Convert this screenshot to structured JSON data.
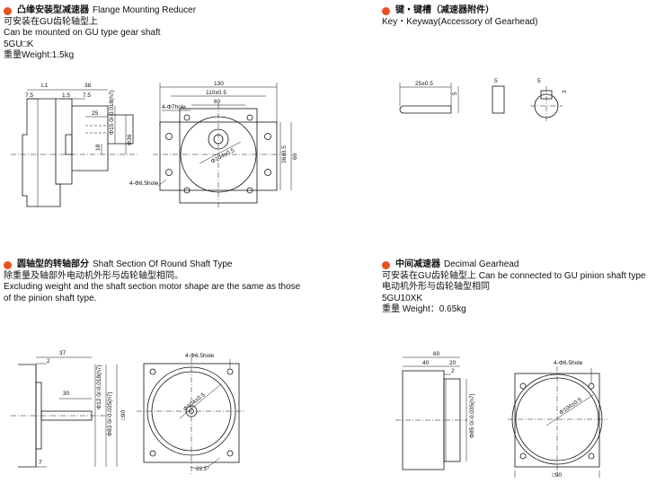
{
  "colors": {
    "bullet": "#e8521f",
    "line": "#111111",
    "background": "#ffffff"
  },
  "sections": {
    "flange": {
      "title_zh": "凸缘安装型减速器",
      "title_en": "Flange Mounting Reducer",
      "lines": [
        "可安装在GU齿轮轴型上",
        "Can be mounted on GU type gear shaft",
        "5GU□K",
        "重量Weight:1.5kg"
      ]
    },
    "key": {
      "title_zh": "键・键槽（减速器附件）",
      "line": "Key・Keyway(Accessory of Gearhead)"
    },
    "round_shaft": {
      "title_zh": "圆轴型的转轴部分",
      "title_en": "Shaft Section Of Round Shaft Type",
      "lines": [
        "除重量及轴部外电动机外形与齿轮轴型相同。",
        "Excluding weight and the shaft section motor shape are the same as those",
        "of the pinion shaft type."
      ]
    },
    "decimal": {
      "title_zh": "中间减速器",
      "title_en": "Decimal Gearhead",
      "lines": [
        "可安装在GU齿轮轴型上 Can be connected to GU pinion shaft type",
        "电动机外形与齿轮轴型相同",
        "5GU10XK",
        "重量 Weight：0.65kg"
      ]
    }
  },
  "dimensions": {
    "flange_side": {
      "l1": "L1",
      "d38": "38",
      "d7_5a": "7.5",
      "d1_5": "1.5",
      "d7_5b": "7.5",
      "d25": "25",
      "shaft": "Φ15",
      "shaft_tol": "0/-0.018(h7)",
      "d36": "Φ36",
      "d18": "18"
    },
    "flange_front": {
      "d130": "130",
      "d110": "110±0.5",
      "d60": "60",
      "hole7": "4-Φ7hole",
      "pcd": "Φ104±0.5",
      "d36h": "36±0.5",
      "d60v": "60",
      "hole8": "4-Φ8.5hole"
    },
    "key": {
      "k25": "25±0.5",
      "k5a": "5",
      "k5b": "5",
      "k5c": "5",
      "k3": "3"
    },
    "round": {
      "d37": "37",
      "d2": "2",
      "d30": "30",
      "shaft": "Φ12",
      "shaft_tol": "0/-0.018(h7)",
      "flange": "Φ83",
      "flange_tol": "0/-0.035(h7)",
      "sq90": "□90",
      "d7": "7",
      "hole": "4-Φ6.5hole",
      "pcd": "Φ104±0.5",
      "ang": "22.5°"
    },
    "decimal_side": {
      "d60": "60",
      "d40": "40",
      "d20": "20",
      "d2": "2",
      "flange": "Φ85",
      "flange_tol": "0/-0.035(h7)"
    },
    "decimal_front": {
      "hole": "4-Φ6.5hole",
      "pcd": "Φ104±0.5",
      "sq90": "□90"
    }
  }
}
